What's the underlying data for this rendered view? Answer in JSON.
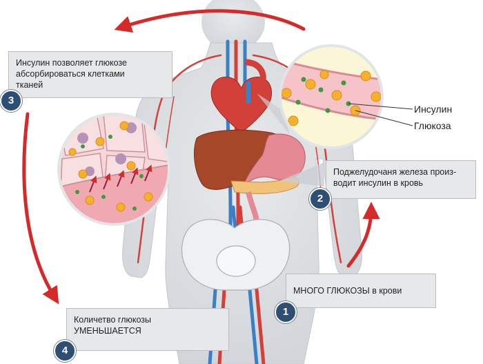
{
  "steps": [
    {
      "number": "1",
      "line1": "МНОГО ГЛЮКОЗЫ в крови",
      "line2": ""
    },
    {
      "number": "2",
      "line1": "Поджелудочаня железа произ-",
      "line2": "водит инсулин в кровь"
    },
    {
      "number": "3",
      "line1": "Инсулин позволяет глюкозе",
      "line2": "абсорбироваться клетками",
      "line3": "тканей"
    },
    {
      "number": "4",
      "line1": "Количетво глюкозы",
      "line2": "УМЕНЬШАЕТСЯ"
    }
  ],
  "legend": {
    "insulin": "Инсулин",
    "glucose": "Глюкоза"
  },
  "colors": {
    "arrow": "#d42a2a",
    "badge": "#2e4f73",
    "callout_bg": "#e6e8ea",
    "body": "#d9dcdf",
    "artery": "#d2403a",
    "vein": "#3b7fc4",
    "liver": "#a7472a",
    "pancreas": "#e58a95",
    "glucose": "#f5b02d",
    "insulin": "#3e9a3a"
  }
}
